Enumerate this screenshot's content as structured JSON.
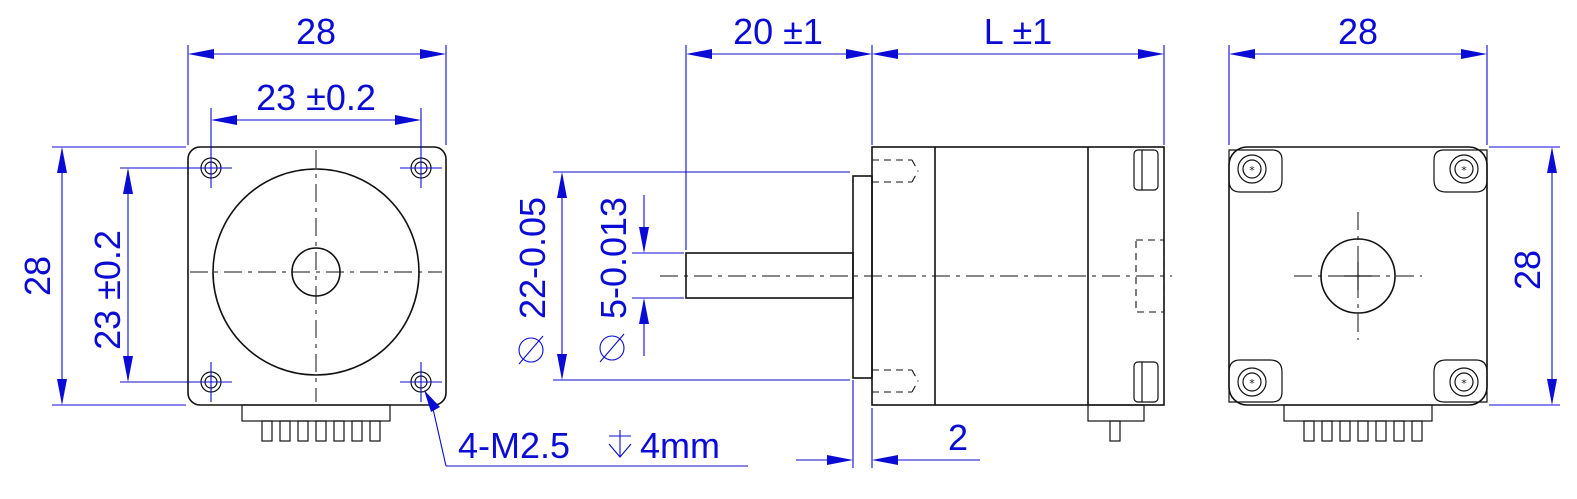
{
  "front_view": {
    "width_label": "28",
    "hole_spacing_x_label": "23 ±0.2",
    "height_label": "28",
    "hole_spacing_y_label": "23 ±0.2",
    "tapped_holes_label": "4-M2.5",
    "depth_label": "4mm"
  },
  "side_view": {
    "shaft_length_label": "20 ±1",
    "body_length_label": "L ±1",
    "pilot_diameter_label": "22-0.05",
    "shaft_diameter_label": "5-0.013",
    "flange_step_label": "2"
  },
  "rear_view": {
    "width_label": "28",
    "height_label": "28"
  },
  "colors": {
    "dimension": "#0b0bd6",
    "outline": "#111111"
  }
}
